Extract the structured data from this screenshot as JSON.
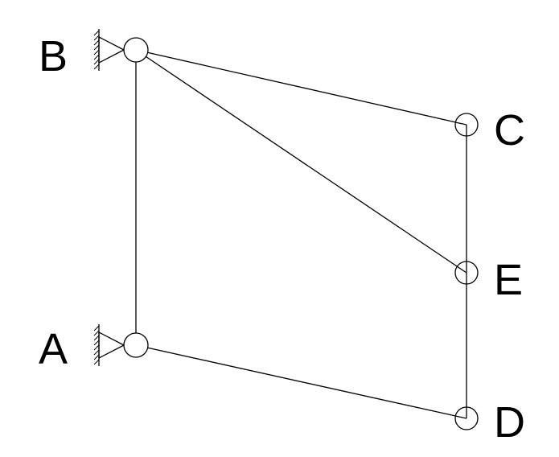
{
  "diagram": {
    "nodes": [
      {
        "id": "A",
        "label": "A",
        "support": "pin"
      },
      {
        "id": "B",
        "label": "B",
        "support": "pin"
      },
      {
        "id": "C",
        "label": "C",
        "support": "none"
      },
      {
        "id": "D",
        "label": "D",
        "support": "none"
      },
      {
        "id": "E",
        "label": "E",
        "support": "none"
      }
    ],
    "members": [
      {
        "from": "A",
        "to": "B"
      },
      {
        "from": "B",
        "to": "C"
      },
      {
        "from": "B",
        "to": "E"
      },
      {
        "from": "C",
        "to": "E"
      },
      {
        "from": "E",
        "to": "D"
      },
      {
        "from": "A",
        "to": "D"
      }
    ],
    "colors": {
      "line": "#000000",
      "background": "#ffffff"
    }
  }
}
